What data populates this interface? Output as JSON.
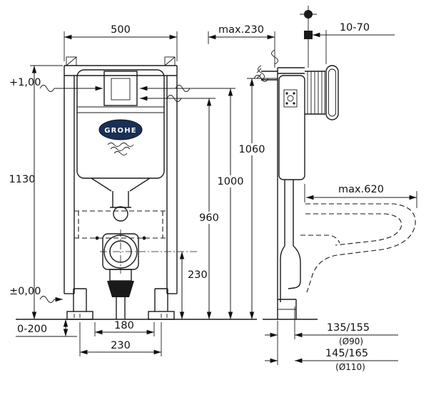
{
  "drawing": {
    "brand": {
      "logo_text": "GROHE",
      "logo_color": "#183055"
    },
    "front_view": {
      "frame_width": "500",
      "frame_height": "1130",
      "level_plus": "+1,00",
      "level_zero": "±0,00",
      "floor_buildup_range": "0-200",
      "bolt_spacing": "180",
      "foot_spacing": "230",
      "outlet_height": "230",
      "height_960": "960",
      "height_1000": "1000",
      "height_1060": "1060"
    },
    "side_view": {
      "max_depth": "max.230",
      "plate_adjust_range": "10-70",
      "max_bowl_projection": "max.620",
      "drain_offset_90": "135/155",
      "drain_dia_90": "(Ø90)",
      "drain_offset_110": "145/165",
      "drain_dia_110": "(Ø110)"
    }
  }
}
